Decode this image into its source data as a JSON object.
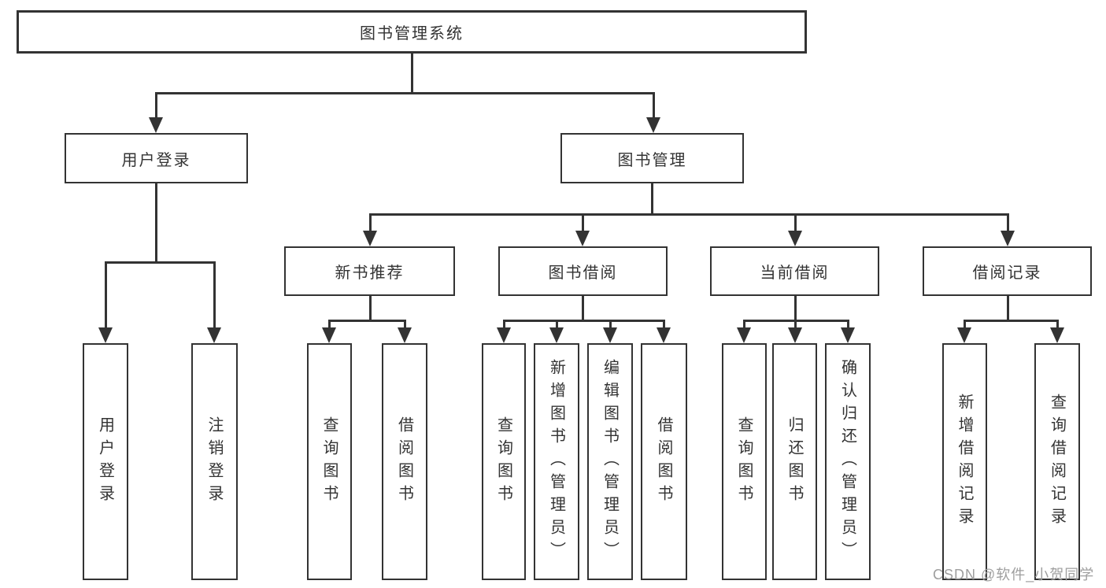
{
  "diagram": {
    "root": "图书管理系统",
    "level2": {
      "user_login": "用户登录",
      "book_mgmt": "图书管理"
    },
    "level3": {
      "new_book_rec": "新书推荐",
      "book_borrow": "图书借阅",
      "current_borrow": "当前借阅",
      "borrow_record": "借阅记录"
    },
    "leaves": {
      "user_login_leaf": "用户登录",
      "logout": "注销登录",
      "rec_query": "查询图书",
      "rec_borrow": "借阅图书",
      "bb_query": "查询图书",
      "bb_add": "新增图书（管理员）",
      "bb_edit": "编辑图书（管理员）",
      "bb_borrow": "借阅图书",
      "cb_query": "查询图书",
      "cb_return": "归还图书",
      "cb_confirm": "确认归还（管理员）",
      "br_add": "新增借阅记录",
      "br_query": "查询借阅记录"
    },
    "watermark": "CSDN @软件_小贺同学",
    "colors": {
      "line": "#333333",
      "text": "#333333",
      "watermark": "#9e9e9e"
    }
  }
}
